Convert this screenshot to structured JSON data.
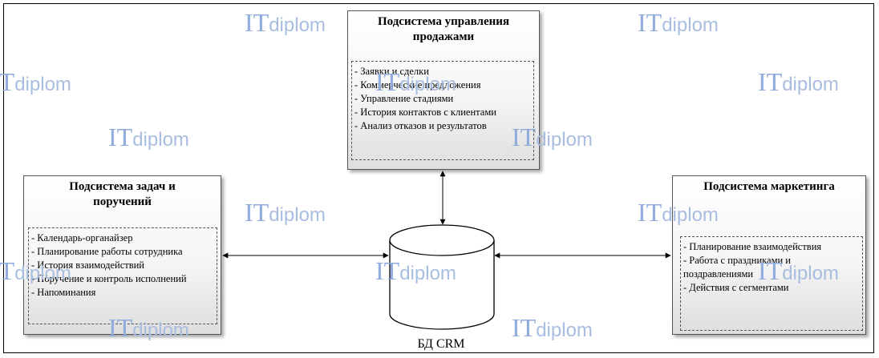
{
  "sales": {
    "title": "Подсистема управления продажами",
    "items": [
      "- Заявки и сделки",
      "- Коммерческие предложения",
      "- Управление стадиями",
      "- История контактов с клиентами",
      "- Анализ отказов и результатов"
    ]
  },
  "tasks": {
    "title": "Подсистема задач и поручений",
    "items": [
      "- Календарь-органайзер",
      "- Планирование работы сотрудника",
      "- История взаимодействий",
      "- Поручение и контроль исполнений",
      "- Напоминания"
    ]
  },
  "marketing": {
    "title": "Подсистема маркетинга",
    "items": [
      "- Планирование взаимодействия",
      "- Работа с праздниками и",
      "поздравлениями",
      "- Действия с сегментами"
    ]
  },
  "database": {
    "label": "БД CRM"
  },
  "watermark": {
    "it": "IT",
    "text": "diplom"
  }
}
